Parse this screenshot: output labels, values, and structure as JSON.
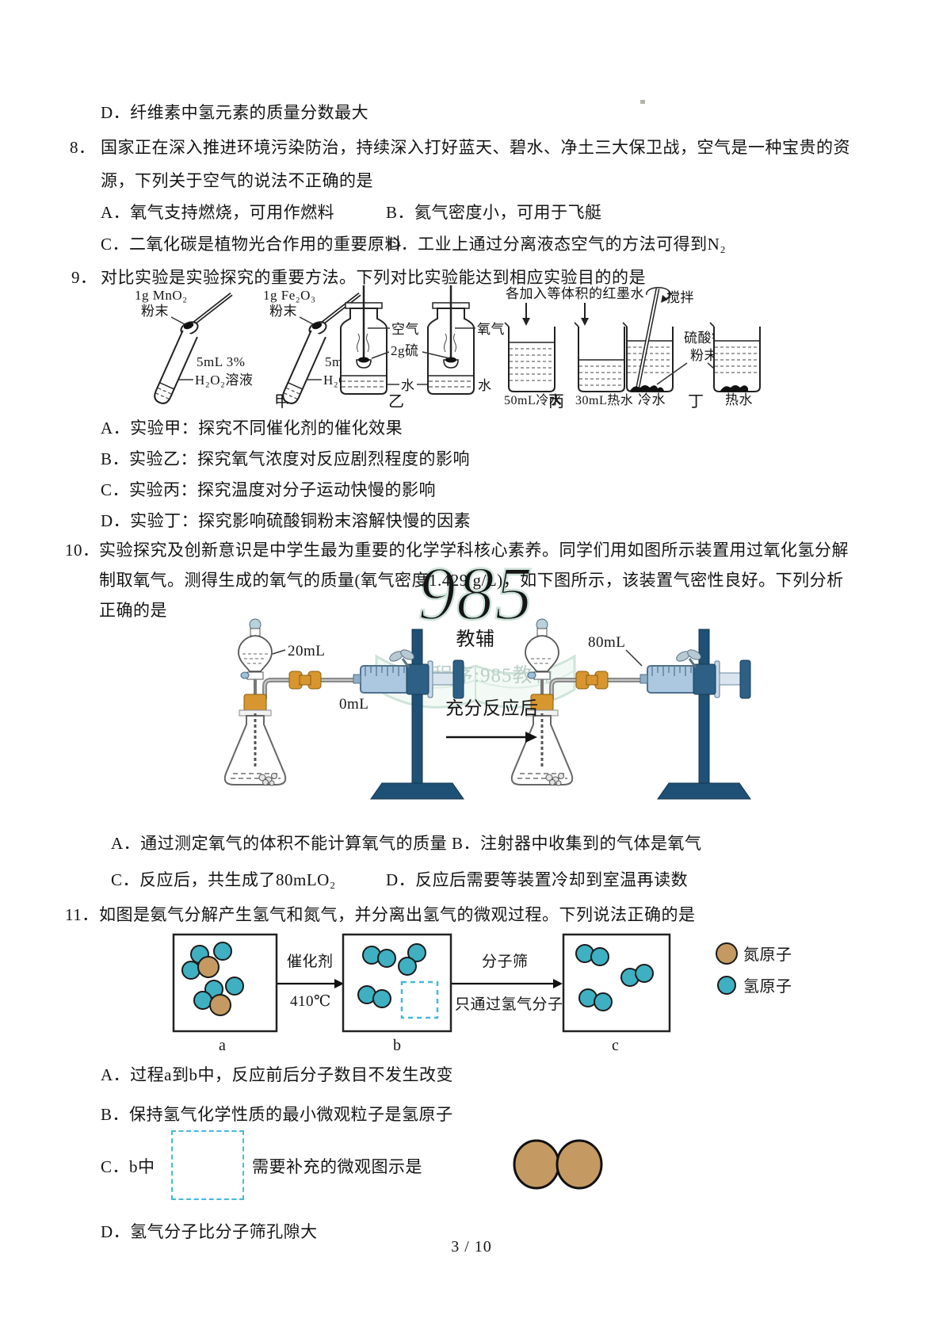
{
  "page": {
    "footer": "3 / 10"
  },
  "watermark": {
    "big": "985",
    "sub": "教辅",
    "line": "微信小程序:985教辅"
  },
  "q7": {
    "d": "D．纤维素中氢元素的质量分数最大"
  },
  "q8": {
    "num": "8．",
    "stem1": "国家正在深入推进环境污染防治，持续深入打好蓝天、碧水、净土三大保卫战，空气是一种宝贵的资",
    "stem2": "源，下列关于空气的说法不正确的是",
    "a": "A．氧气支持燃烧，可用作燃料",
    "b": "B．氦气密度小，可用于飞艇",
    "c": "C．二氧化碳是植物光合作用的重要原料",
    "d": "D．工业上通过分离液态空气的方法可得到N₂"
  },
  "q9": {
    "num": "9．",
    "stem": "对比实验是实验探究的重要方法。下列对比实验能达到相应实验目的的是",
    "jia": {
      "t1l1": "1g MnO₂",
      "t1l2": "粉末",
      "t1l3": "5mL 3%",
      "t1l4": "H₂O₂溶液",
      "t2l1": "1g Fe₂O₃",
      "t2l2": "粉末",
      "t2l3": "5mL 6%",
      "t2l4": "H₂O₂溶液",
      "caption": "甲"
    },
    "yi": {
      "gas1": "空气",
      "gas2": "氧气",
      "sulfur": "2g硫",
      "water1": "水",
      "water2": "水",
      "caption": "乙"
    },
    "bing": {
      "header": "各加入等体积的红墨水",
      "b1": "50mL冷水",
      "b2": "30mL热水",
      "caption": "丙"
    },
    "ding": {
      "stir": "搅拌",
      "powder1": "硫酸铜",
      "powder2": "粉末",
      "b1": "冷水",
      "b2": "热水",
      "caption": "丁"
    },
    "a": "A．实验甲：探究不同催化剂的催化效果",
    "b": "B．实验乙：探究氧气浓度对反应剧烈程度的影响",
    "c": "C．实验丙：探究温度对分子运动快慢的影响",
    "d": "D．实验丁：探究影响硫酸铜粉末溶解快慢的因素"
  },
  "q10": {
    "num": "10．",
    "stem1": "实验探究及创新意识是中学生最为重要的化学学科核心素养。同学们用如图所示装置用过氧化氢分解",
    "stem2": "制取氧气。测得生成的氧气的质量(氧气密度1.429 g/L)，如下图所示，该装置气密性良好。下列分析",
    "stem3": "正确的是",
    "funnel_label": "20mL",
    "syringe_label_left": "0mL",
    "syringe_label_right": "80mL",
    "arrow_text": "充分反应后",
    "a": "A．通过测定氧气的体积不能计算氧气的质量",
    "b": "B．注射器中收集到的气体是氧气",
    "c": "C．反应后，共生成了80mLO₂",
    "d": "D．反应后需要等装置冷却到室温再读数"
  },
  "q11": {
    "num": "11．",
    "stem": "如图是氨气分解产生氢气和氮气，并分离出氢气的微观过程。下列说法正确的是",
    "arrow1_top": "催化剂",
    "arrow1_bottom": "410℃",
    "arrow2_top": "分子筛",
    "arrow2_bottom": "只通过氢气分子",
    "box_a": "a",
    "box_b": "b",
    "box_c": "c",
    "legend_n": "氮原子",
    "legend_h": "氢原子",
    "a": "A．过程a到b中，反应前后分子数目不发生改变",
    "b": "B．保持氢气化学性质的最小微观粒子是氢原子",
    "c_prefix": "C．b中",
    "c_suffix": "需要补充的微观图示是",
    "d": "D．氢气分子比分子筛孔隙大"
  },
  "colors": {
    "h_atom": "#3fb0c2",
    "n_atom": "#c49a62",
    "dashed_box": "#45b8dc",
    "stand": "#1f5075",
    "syringe": "#abc8e0",
    "connector": "#d8962f",
    "watermark": "#cfe3da",
    "watermark_text": "#b9cfc7"
  }
}
